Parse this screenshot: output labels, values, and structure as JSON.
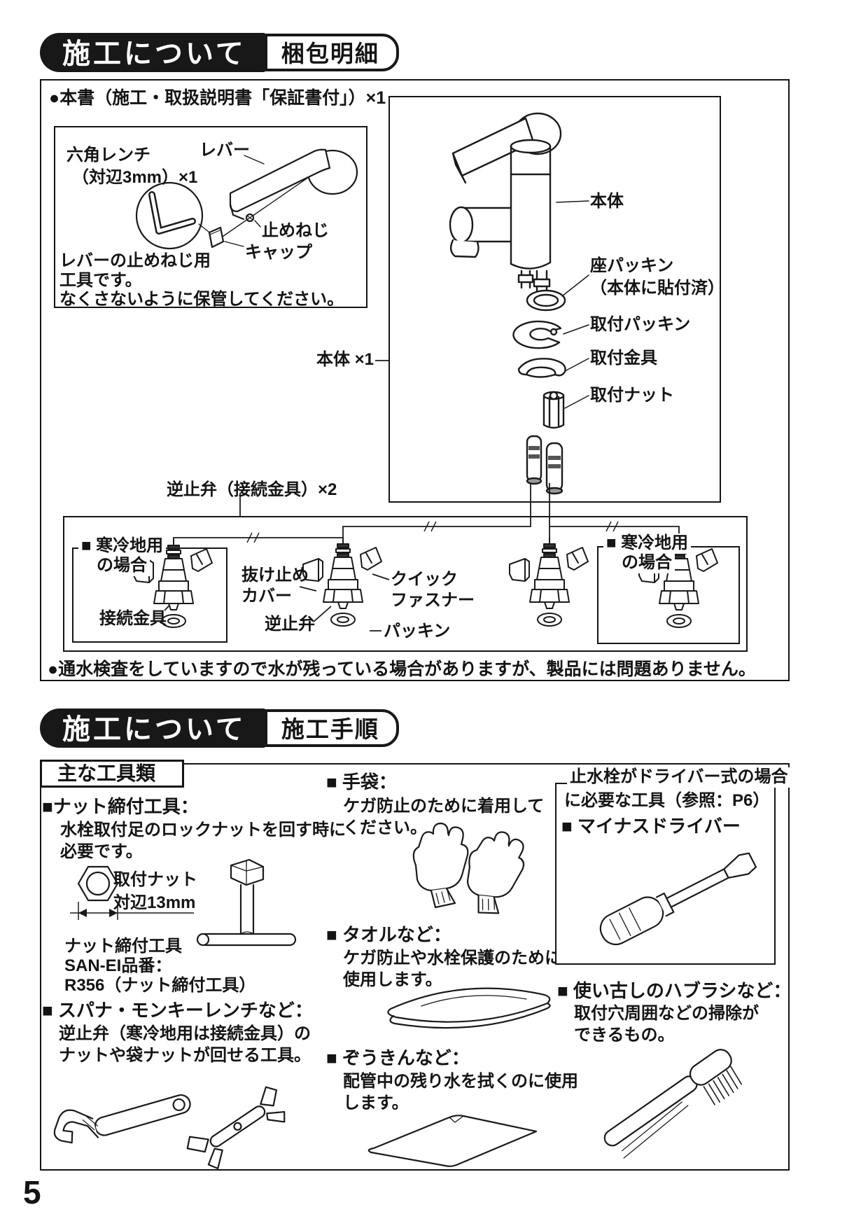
{
  "page_number": "5",
  "section1": {
    "title": "施工について",
    "subtitle": "梱包明細",
    "book_item": "●本書（施工・取扱説明書「保証書付」）×1",
    "toolbox": {
      "hex_wrench_line1": "六角レンチ",
      "hex_wrench_line2": "（対辺3mm）×1",
      "lever": "レバー",
      "set_screw": "止めねじ",
      "cap": "キャップ",
      "note_line1": "レバーの止めねじ用",
      "note_line2": "工具です。",
      "note_line3": "なくさないように保管してください。"
    },
    "faucet": {
      "body": "本体",
      "seat_packing_line1": "座パッキン",
      "seat_packing_line2": "（本体に貼付済）",
      "mounting_packing": "取付パッキン",
      "mounting_bracket": "取付金具",
      "mounting_nut": "取付ナット"
    },
    "body_qty": "本体 ×1",
    "check_valve_qty": "逆止弁（接続金具）×2",
    "cold_left": {
      "title_line1": "■ 寒冷地用",
      "title_line2": "の場合",
      "fitting": "接続金具"
    },
    "cold_right": {
      "title_line1": "■ 寒冷地用",
      "title_line2": "の場合"
    },
    "valve_area": {
      "retainer_cover_line1": "抜け止め",
      "retainer_cover_line2": "カバー",
      "quick_fastener_line1": "クイック",
      "quick_fastener_line2": "ファスナー",
      "check_valve": "逆止弁",
      "packing": "パッキン"
    },
    "water_note": "●通水検査をしていますので水が残っている場合がありますが、製品には問題ありません。"
  },
  "section2": {
    "title": "施工について",
    "subtitle": "施工手順",
    "tools_heading": "主な工具類",
    "nut_tool": {
      "title": "■ナット締付工具：",
      "desc_line1": "水栓取付足のロックナットを回す時に",
      "desc_line2": "必要です。",
      "nut_label_line1": "取付ナット",
      "nut_label_line2": "対辺13mm",
      "name_line1": "ナット締付工具",
      "name_line2": "SAN-EI品番：",
      "name_line3": "R356（ナット締付工具）"
    },
    "spanner": {
      "title": "■ スパナ・モンキーレンチなど：",
      "desc_line1": "逆止弁（寒冷地用は接続金具）の",
      "desc_line2": "ナットや袋ナットが回せる工具。"
    },
    "gloves": {
      "title": "■ 手袋：",
      "desc_line1": "ケガ防止のために着用して",
      "desc_line2": "ください。"
    },
    "towel": {
      "title": "■ タオルなど：",
      "desc_line1": "ケガ防止や水栓保護のために",
      "desc_line2": "使用します。"
    },
    "cloth": {
      "title": "■ ぞうきんなど：",
      "desc_line1": "配管中の残り水を拭くのに使用",
      "desc_line2": "します。"
    },
    "driver_box": {
      "note_line1": "止水栓がドライバー式の場合",
      "note_line2": "に必要な工具（参照：P6）",
      "title": "■ マイナスドライバー"
    },
    "brush": {
      "title": "■ 使い古しのハブラシなど：",
      "desc_line1": "取付穴周囲などの掃除が",
      "desc_line2": "できるもの。"
    }
  }
}
